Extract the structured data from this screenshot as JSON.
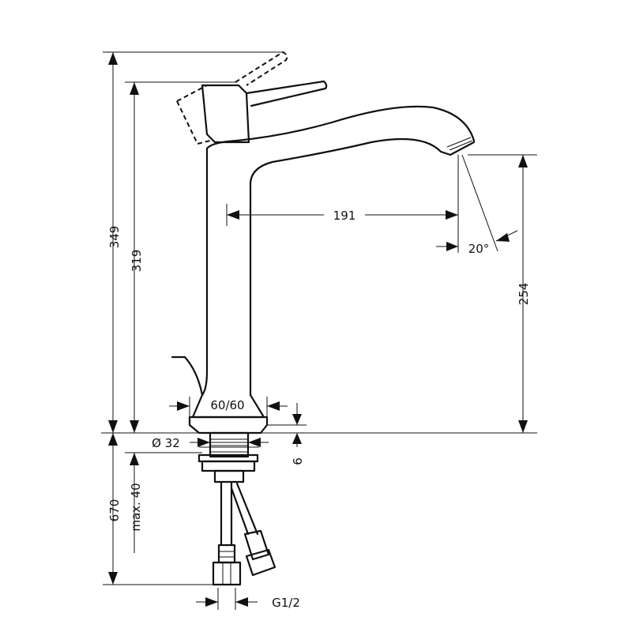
{
  "dimensions": {
    "overall_height": "349",
    "body_height": "319",
    "spout_reach": "191",
    "spout_height": "254",
    "spray_angle": "20°",
    "base_size": "60/60",
    "hole_diameter": "Ø 32",
    "base_thickness": "6",
    "hose_length": "670",
    "max_thickness": "max. 40",
    "connection_thread": "G1/2"
  },
  "colors": {
    "line": "#111111",
    "background": "#ffffff"
  }
}
